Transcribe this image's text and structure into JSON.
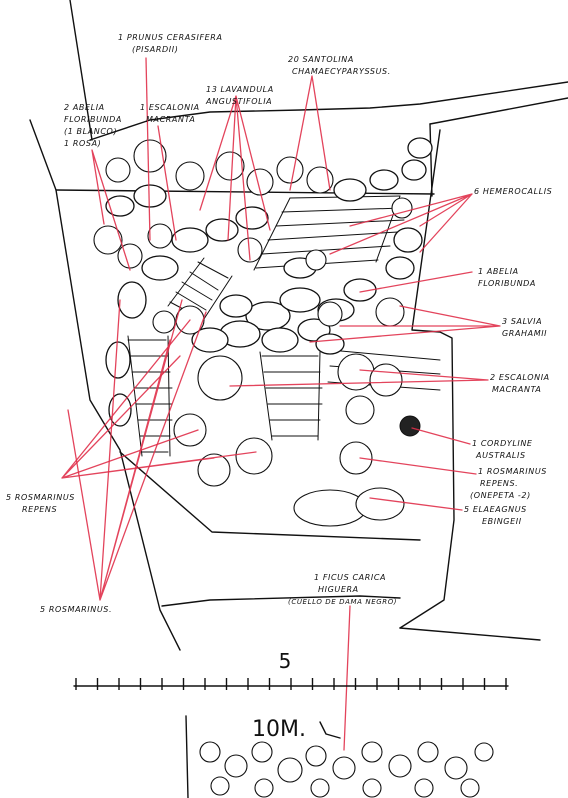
{
  "colors": {
    "ink": "#111111",
    "leader": "#e0304a",
    "paper": "#ffffff"
  },
  "labels": {
    "prunus": [
      "1 PRUNUS CERASIFERA",
      "(PISARDII)"
    ],
    "santolina": [
      "20 SANTOLINA",
      "CHAMAECYPARYSSUS."
    ],
    "lavandula": [
      "13 LAVANDULA",
      "ANGUSTIFOLIA"
    ],
    "abelia_top": [
      "2 ABELIA",
      "FLORIBUNDA",
      "(1 BLANCO)",
      "1 ROSA)"
    ],
    "escalonia_top": [
      "1 ESCALONIA",
      "MACRANTA"
    ],
    "hemerocallis": [
      "6 HEMEROCALLIS"
    ],
    "abelia_right": [
      "1 ABELIA",
      "FLORIBUNDA"
    ],
    "salvia": [
      "3 SALVIA",
      "GRAHAMII"
    ],
    "escalonia_right": [
      "2 ESCALONIA",
      "MACRANTA"
    ],
    "cordyline": [
      "1 CORDYLINE",
      "AUSTRALIS"
    ],
    "rosmarinus_right": [
      "1 ROSMARINUS",
      "REPENS.",
      "(ONEPETA -2)"
    ],
    "elaeagnus": [
      "5 ELAEAGNUS",
      "EBINGEII"
    ],
    "rosmarinus_repens": [
      "5 ROSMARINUS",
      "REPENS"
    ],
    "rosmarinus": [
      "5 ROSMARINUS."
    ],
    "ficus": [
      "1 FICUS CARICA",
      "HIGUERA",
      "(CUELLO DE DAMA NEGRO)"
    ]
  },
  "scale": {
    "mid_label": "5",
    "end_label": "10M."
  },
  "icons": [
    "plant-shrub-icon",
    "stepping-stone-icon",
    "tree-canopy-icon"
  ]
}
